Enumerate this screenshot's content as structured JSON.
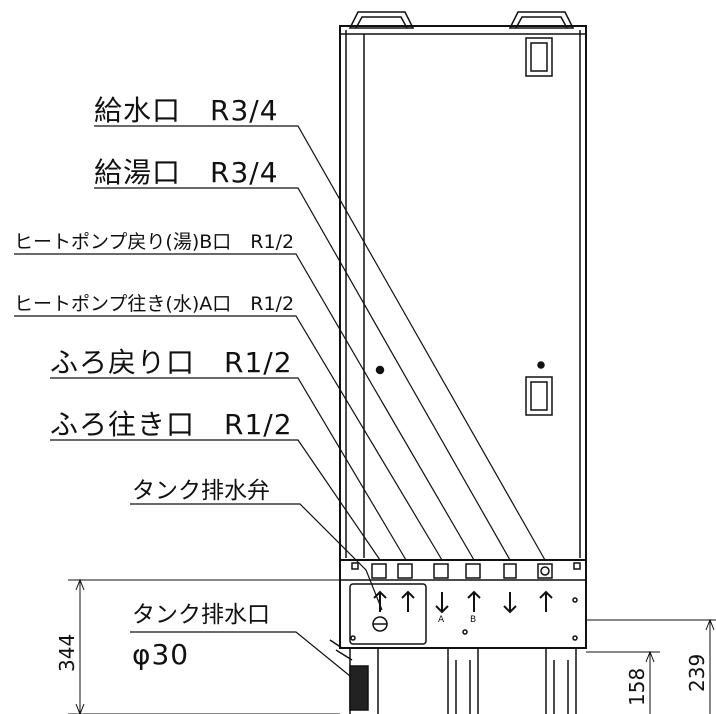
{
  "labels": {
    "water_supply": "給水口　R3/4",
    "hot_water_supply": "給湯口　R3/4",
    "heatpump_return": "ヒートポンプ戻り(湯)B口　R1/2",
    "heatpump_go": "ヒートポンプ往き(水)A口　R1/2",
    "bath_return": "ふろ戻り口　R1/2",
    "bath_go": "ふろ往き口　R1/2",
    "tank_drain_valve": "タンク排水弁",
    "tank_drain_port": "タンク排水口",
    "drain_diameter": "φ30"
  },
  "dimensions": {
    "height_344": "344",
    "height_158": "158",
    "height_239": "239"
  },
  "fitting_marks": {
    "a": "A",
    "b": "B"
  }
}
